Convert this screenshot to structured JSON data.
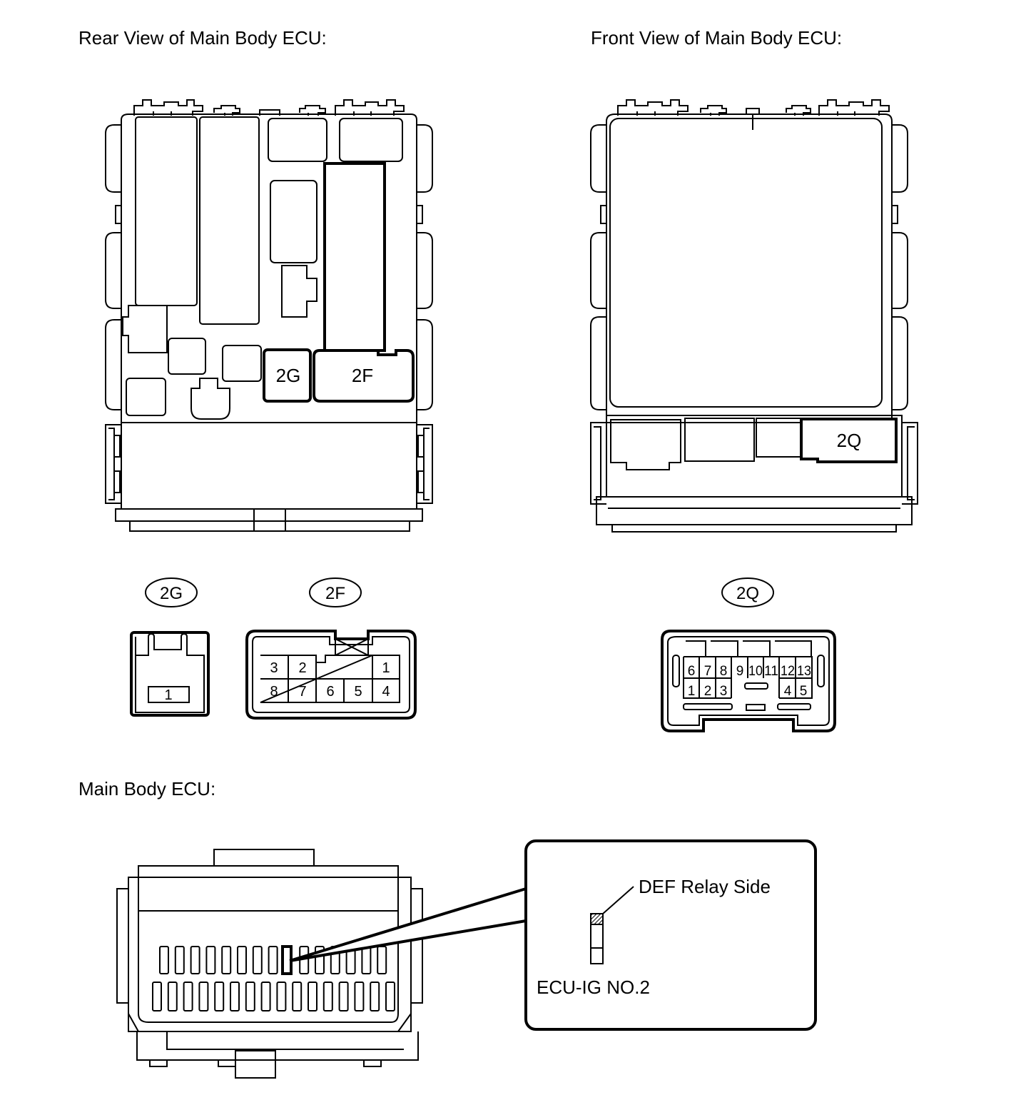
{
  "headings": {
    "rear_view": "Rear View of Main Body ECU:",
    "front_view": "Front View of Main Body ECU:",
    "main_body": "Main Body ECU:"
  },
  "rear_view_labels": {
    "connector_2g": "2G",
    "connector_2f": "2F"
  },
  "front_view_labels": {
    "connector_2q": "2Q"
  },
  "connectors": {
    "c2g": {
      "tag": "2G",
      "pins": [
        "1"
      ]
    },
    "c2f": {
      "tag": "2F",
      "top_row": [
        "3",
        "2",
        "1"
      ],
      "bottom_row": [
        "8",
        "7",
        "6",
        "5",
        "4"
      ]
    },
    "c2q": {
      "tag": "2Q",
      "top_row": [
        "6",
        "7",
        "8",
        "9",
        "10",
        "11",
        "12",
        "13"
      ],
      "bottom_row": [
        "1",
        "2",
        "3",
        "4",
        "5"
      ]
    }
  },
  "fuse_callout": {
    "relay_side": "DEF Relay Side",
    "fuse_name": "ECU-IG NO.2"
  }
}
